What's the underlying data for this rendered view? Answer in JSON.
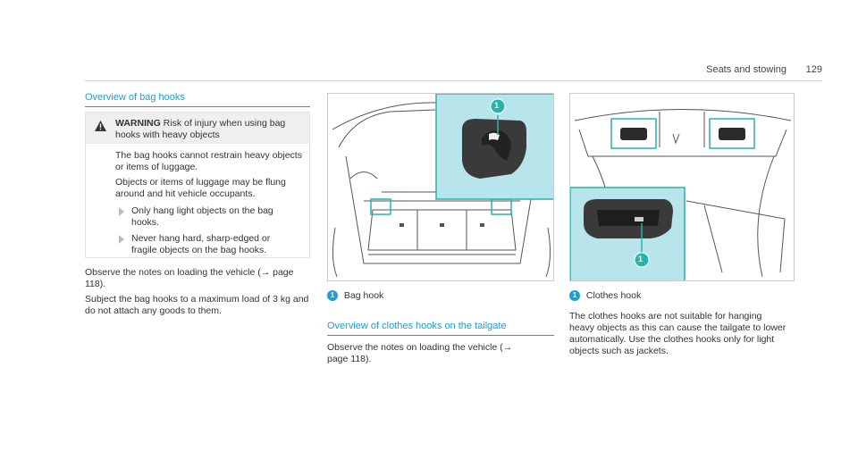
{
  "header": {
    "section": "Seats and stowing",
    "page_number": "129"
  },
  "left_column": {
    "title": "Overview of bag hooks",
    "warning": {
      "label": "WARNING",
      "headline": "Risk of injury when using bag hooks with heavy objects",
      "paragraphs": [
        "The bag hooks cannot restrain heavy objects or items of luggage.",
        "Objects or items of luggage may be flung around and hit vehicle occupants."
      ],
      "bullets": [
        "Only hang light objects on the bag hooks.",
        "Never hang hard, sharp-edged or fragile objects on the bag hooks."
      ]
    },
    "body": [
      "Observe the notes on loading the vehicle (→ page 118).",
      "Subject the bag hooks to a maximum load of 3 kg and do not attach any goods to them."
    ]
  },
  "middle_column": {
    "figure_badge": "1",
    "caption_badge": "1",
    "caption": "Bag hook",
    "title": "Overview of clothes hooks on the tailgate",
    "body": "Observe the notes on loading the vehicle (→ page 118)."
  },
  "right_column": {
    "figure_badge": "1",
    "caption_badge": "1",
    "caption": "Clothes hook",
    "body": "The clothes hooks are not suitable for hanging heavy objects as this can cause the tailgate to lower automatically. Use the clothes hooks only for light objects such as jackets."
  },
  "colors": {
    "accent": "#1e9ed6",
    "highlight_box": "#b8e4ec",
    "highlight_frame": "#27b3a8",
    "warning_bg": "#efefef"
  }
}
